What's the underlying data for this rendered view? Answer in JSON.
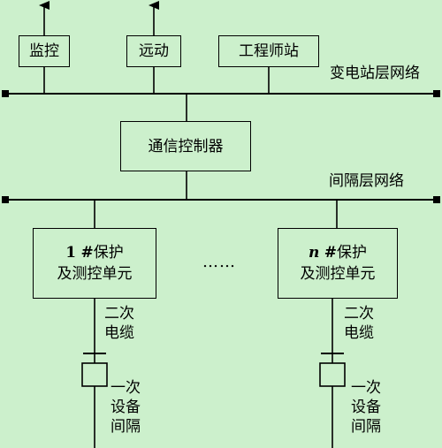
{
  "top_boxes": [
    "监控",
    "远动",
    "工程师站"
  ],
  "station_network_label": "变电站层网络",
  "controller_label": "通信控制器",
  "bay_network_label": "间隔层网络",
  "unit_left": {
    "number": "1",
    "hash": "#",
    "line1_rest": "保护",
    "line2": "及测控单元"
  },
  "unit_right": {
    "number": "n",
    "hash": "#",
    "line1_rest": "保护",
    "line2": "及测控单元"
  },
  "ellipsis": "……",
  "secondary_cable": [
    "二次",
    "电缆"
  ],
  "primary_bay": [
    "一次",
    "设备",
    "间隔"
  ]
}
